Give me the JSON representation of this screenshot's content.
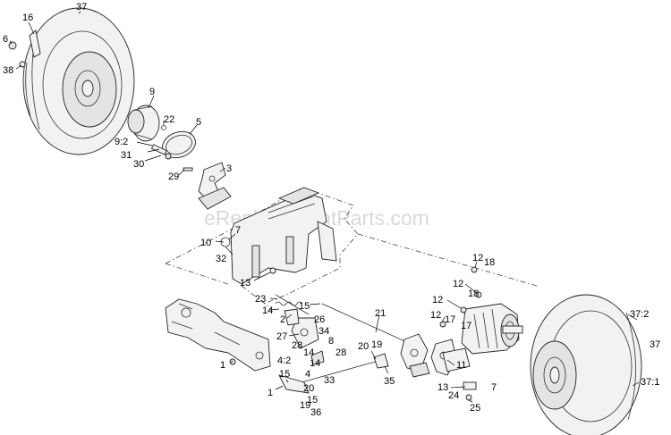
{
  "watermark": "eReplacementParts.com",
  "callouts": [
    {
      "id": "c-37-top",
      "text": "37"
    },
    {
      "id": "c-16",
      "text": "16"
    },
    {
      "id": "c-6",
      "text": "6"
    },
    {
      "id": "c-38",
      "text": "38"
    },
    {
      "id": "c-9",
      "text": "9"
    },
    {
      "id": "c-22",
      "text": "22"
    },
    {
      "id": "c-5",
      "text": "5"
    },
    {
      "id": "c-9-2",
      "text": "9:2"
    },
    {
      "id": "c-31",
      "text": "31"
    },
    {
      "id": "c-30",
      "text": "30"
    },
    {
      "id": "c-29",
      "text": "29"
    },
    {
      "id": "c-3",
      "text": "3"
    },
    {
      "id": "c-10",
      "text": "10"
    },
    {
      "id": "c-7-a",
      "text": "7"
    },
    {
      "id": "c-32",
      "text": "32"
    },
    {
      "id": "c-13-a",
      "text": "13"
    },
    {
      "id": "c-23",
      "text": "23"
    },
    {
      "id": "c-15-a",
      "text": "15"
    },
    {
      "id": "c-14-a",
      "text": "14"
    },
    {
      "id": "c-2",
      "text": "2"
    },
    {
      "id": "c-26",
      "text": "26"
    },
    {
      "id": "c-27",
      "text": "27"
    },
    {
      "id": "c-34",
      "text": "34"
    },
    {
      "id": "c-28-a",
      "text": "28"
    },
    {
      "id": "c-14-b",
      "text": "14"
    },
    {
      "id": "c-8",
      "text": "8"
    },
    {
      "id": "c-28-b",
      "text": "28"
    },
    {
      "id": "c-14-c",
      "text": "14"
    },
    {
      "id": "c-21",
      "text": "21"
    },
    {
      "id": "c-20-a",
      "text": "20"
    },
    {
      "id": "c-19-a",
      "text": "19"
    },
    {
      "id": "c-35",
      "text": "35"
    },
    {
      "id": "c-1-a",
      "text": "1"
    },
    {
      "id": "c-4-2",
      "text": "4:2"
    },
    {
      "id": "c-15-b",
      "text": "15"
    },
    {
      "id": "c-4",
      "text": "4"
    },
    {
      "id": "c-1-b",
      "text": "1"
    },
    {
      "id": "c-20-b",
      "text": "20"
    },
    {
      "id": "c-33",
      "text": "33"
    },
    {
      "id": "c-19-b",
      "text": "19"
    },
    {
      "id": "c-15-c",
      "text": "15"
    },
    {
      "id": "c-36",
      "text": "36"
    },
    {
      "id": "c-12-a",
      "text": "12"
    },
    {
      "id": "c-18-a",
      "text": "18"
    },
    {
      "id": "c-12-b",
      "text": "12"
    },
    {
      "id": "c-18-b",
      "text": "18"
    },
    {
      "id": "c-12-c",
      "text": "12"
    },
    {
      "id": "c-12-d",
      "text": "12"
    },
    {
      "id": "c-17-a",
      "text": "17"
    },
    {
      "id": "c-17-b",
      "text": "17"
    },
    {
      "id": "c-11",
      "text": "11"
    },
    {
      "id": "c-13-b",
      "text": "13"
    },
    {
      "id": "c-24",
      "text": "24"
    },
    {
      "id": "c-7-b",
      "text": "7"
    },
    {
      "id": "c-25",
      "text": "25"
    },
    {
      "id": "c-37-2",
      "text": "37:2"
    },
    {
      "id": "c-37-bottom",
      "text": "37"
    },
    {
      "id": "c-37-1",
      "text": "37:1"
    }
  ]
}
